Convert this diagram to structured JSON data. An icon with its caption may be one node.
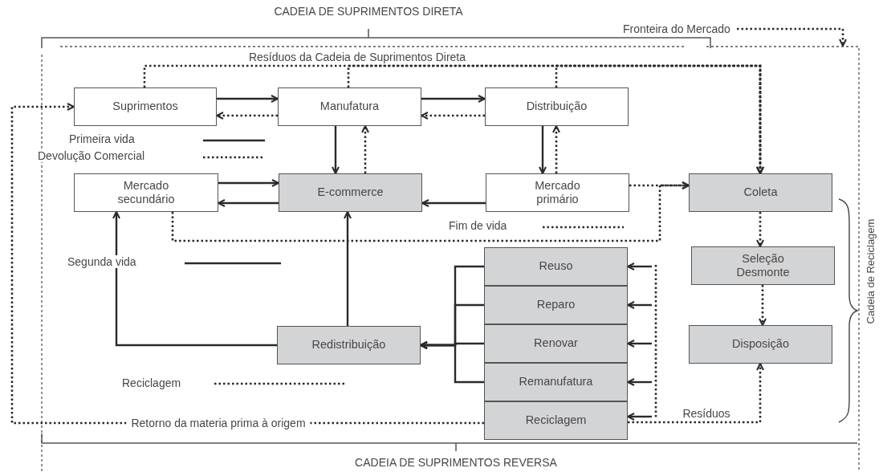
{
  "diagram": {
    "nodes": [
      {
        "text": [
          "Suprimentos"
        ]
      },
      {
        "text": [
          "Manufatura"
        ]
      },
      {
        "text": [
          "Distribuição"
        ]
      },
      {
        "text": [
          "Mercado secundário"
        ]
      },
      {
        "text": [
          "E-commerce"
        ]
      },
      {
        "text": [
          "Mercado primário"
        ]
      },
      {
        "text": [
          "Coleta"
        ]
      },
      {
        "text": [
          "Seleção Desmonte"
        ]
      },
      {
        "text": [
          "Disposição"
        ]
      },
      {
        "text": [
          "Reuso"
        ]
      },
      {
        "text": [
          "Reparo"
        ]
      },
      {
        "text": [
          "Renovar"
        ]
      },
      {
        "text": [
          "Remanufatura"
        ]
      },
      {
        "text": [
          "Reciclagem"
        ]
      },
      {
        "text": [
          "Redistribuição"
        ]
      },
      {
        "text": [
          "Fronteira do Mercado"
        ]
      }
    ],
    "edges": [
      {
        "from": 0,
        "to": 1,
        "arrow": "to"
      },
      {
        "from": 1,
        "to": 0,
        "arrow": "to",
        "style": "dashed"
      },
      {
        "from": 1,
        "to": 2,
        "arrow": "to"
      },
      {
        "from": 2,
        "to": 1,
        "arrow": "to",
        "style": "dashed"
      },
      {
        "from": 1,
        "to": 4,
        "arrow": "to"
      },
      {
        "from": 4,
        "to": 1,
        "arrow": "to",
        "style": "dashed"
      },
      {
        "from": 2,
        "to": 5,
        "arrow": "to"
      },
      {
        "from": 5,
        "to": 2,
        "arrow": "to",
        "style": "dashed"
      },
      {
        "from": 3,
        "to": 4,
        "arrow": "to"
      },
      {
        "from": 4,
        "to": 3,
        "arrow": "to"
      },
      {
        "from": 5,
        "to": 4,
        "arrow": "to"
      },
      {
        "from": 5,
        "to": 6,
        "arrow": "to",
        "style": "dashed"
      },
      {
        "from": 0,
        "to": 6,
        "arrow": "to",
        "style": "dashed",
        "label": "Resíduos da Cadeia de Suprimentos Direta"
      },
      {
        "from": 1,
        "to": 6,
        "arrow": "to",
        "style": "dashed"
      },
      {
        "from": 2,
        "to": 6,
        "arrow": "to",
        "style": "dashed"
      },
      {
        "from": 3,
        "to": 6,
        "arrow": "to",
        "style": "dashed"
      },
      {
        "from": 14,
        "to": 3,
        "arrow": "to"
      },
      {
        "from": 14,
        "to": 4,
        "arrow": "to"
      },
      {
        "from": 9,
        "to": 14,
        "arrow": "to"
      },
      {
        "from": 10,
        "to": 14,
        "arrow": "to"
      },
      {
        "from": 11,
        "to": 14,
        "arrow": "to"
      },
      {
        "from": 12,
        "to": 14,
        "arrow": "to"
      },
      {
        "from": null,
        "to": 9,
        "arrow": "to"
      },
      {
        "from": null,
        "to": 10,
        "arrow": "to"
      },
      {
        "from": null,
        "to": 11,
        "arrow": "to"
      },
      {
        "from": null,
        "to": 12,
        "arrow": "to"
      },
      {
        "from": null,
        "to": 13,
        "arrow": "to"
      },
      {
        "from": 6,
        "to": 7,
        "arrow": "to",
        "style": "dashed"
      },
      {
        "from": 7,
        "to": 8,
        "arrow": "to",
        "style": "dashed"
      },
      {
        "from": 13,
        "to": 8,
        "arrow": "to",
        "style": "dashed",
        "label": "Resíduos"
      },
      {
        "from": 13,
        "to": 0,
        "arrow": "to",
        "style": "dashed",
        "label": "Retorno da materia prima à origem"
      },
      {
        "from": 15,
        "to": null,
        "arrow": "to",
        "style": "dashed"
      }
    ],
    "labels": [
      "CADEIA DE SUPRIMENTOS DIRETA",
      "CADEIA DE SUPRIMENTOS REVERSA",
      "Cadeia de Reciclagem"
    ],
    "legend": [
      {
        "text": "Primeira vida"
      },
      {
        "text": "Devolução Comercial"
      },
      {
        "text": "Fim de vida"
      },
      {
        "text": "Segunda vida"
      },
      {
        "text": "Reciclagem"
      }
    ]
  }
}
